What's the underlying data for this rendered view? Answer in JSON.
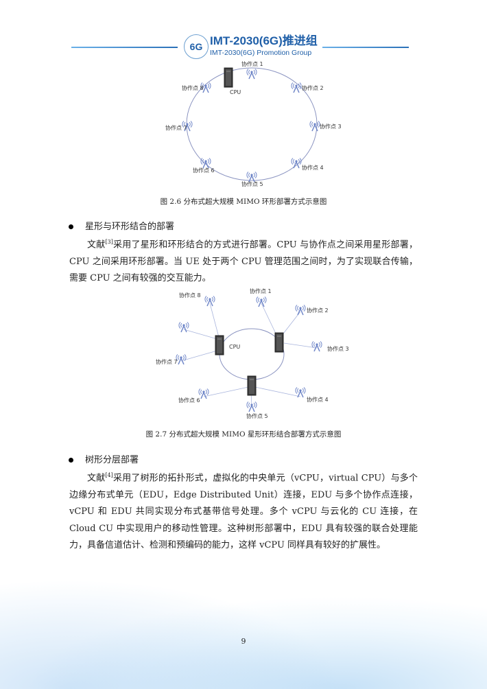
{
  "header": {
    "logo_text": "6G",
    "title_cn": "IMT-2030(6G)推进组",
    "title_en": "IMT-2030(6G) Promotion Group"
  },
  "fig26": {
    "cpu": "CPU",
    "nodes": [
      "协作点 1",
      "协作点 2",
      "协作点 3",
      "协作点 4",
      "协作点 5",
      "协作点 6",
      "协作点 7",
      "协作点 8"
    ],
    "caption": "图 2.6  分布式超大规模 MIMO 环形部署方式示意图"
  },
  "section1": {
    "heading": "星形与环形结合的部署",
    "text_pre": "文献",
    "ref": "[3]",
    "text": "采用了星形和环形结合的方式进行部署。CPU 与协作点之间采用星形部署，CPU 之间采用环形部署。当 UE 处于两个 CPU 管理范围之间时，为了实现联合传输，需要 CPU 之间有较强的交互能力。"
  },
  "fig27": {
    "cpu": "CPU",
    "nodes": [
      "协作点 1",
      "协作点 2",
      "协作点 3",
      "协作点 4",
      "协作点 5",
      "协作点 6",
      "协作点 7",
      "协作点 8"
    ],
    "caption": "图 2.7  分布式超大规模 MIMO 星形环形结合部署方式示意图"
  },
  "section2": {
    "heading": "树形分层部署",
    "text_pre": "文献",
    "ref": "[4]",
    "text": "采用了树形的拓扑形式，虚拟化的中央单元（vCPU，virtual CPU）与多个边缘分布式单元（EDU，Edge Distributed Unit）连接，EDU 与多个协作点连接，vCPU 和 EDU 共同实现分布式基带信号处理。多个 vCPU 与云化的 CU 连接，在 Cloud CU 中实现用户的移动性管理。这种树形部署中，EDU 具有较强的联合处理能力，具备信道估计、检测和预编码的能力，这样 vCPU 同样具有较好的扩展性。"
  },
  "page_number": "9"
}
